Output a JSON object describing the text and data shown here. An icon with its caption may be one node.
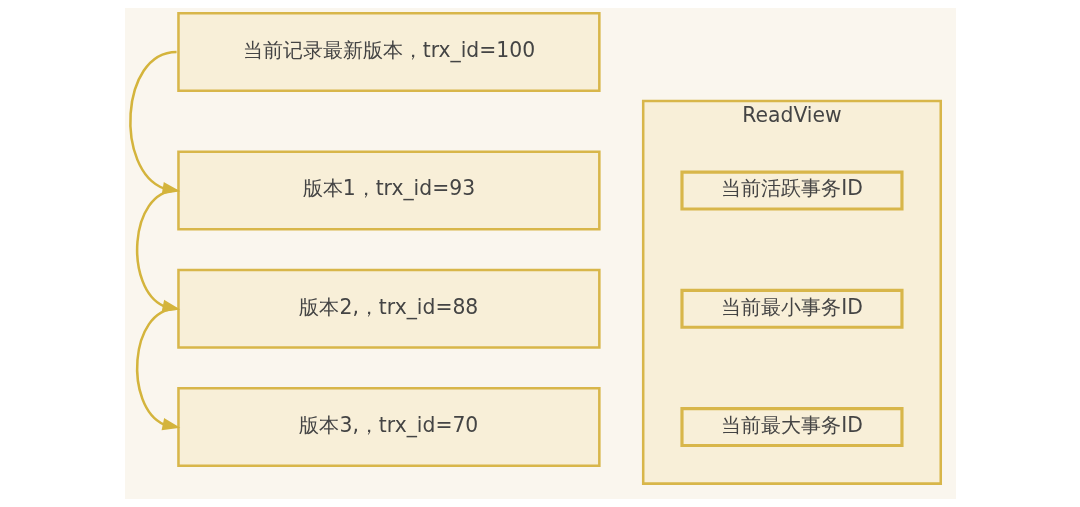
{
  "diagram": {
    "nodes": [
      {
        "text": [
          "当前记录最新版本，trx_id=100"
        ]
      },
      {
        "text": [
          "版本1，trx_id=93"
        ]
      },
      {
        "text": [
          "版本2,，trx_id=88"
        ]
      },
      {
        "text": [
          "版本3,，trx_id=70"
        ]
      },
      {
        "text": [
          "ReadView"
        ]
      },
      {
        "text": [
          "当前活跃事务ID"
        ],
        "in": 4
      },
      {
        "text": [
          "当前最小事务ID"
        ],
        "in": 4
      },
      {
        "text": [
          "当前最大事务ID"
        ],
        "in": 4
      }
    ],
    "edges": [
      {
        "from": 0,
        "to": 1,
        "arrow": "to"
      },
      {
        "from": 1,
        "to": 2,
        "arrow": "to"
      },
      {
        "from": 2,
        "to": 3,
        "arrow": "to"
      }
    ]
  }
}
